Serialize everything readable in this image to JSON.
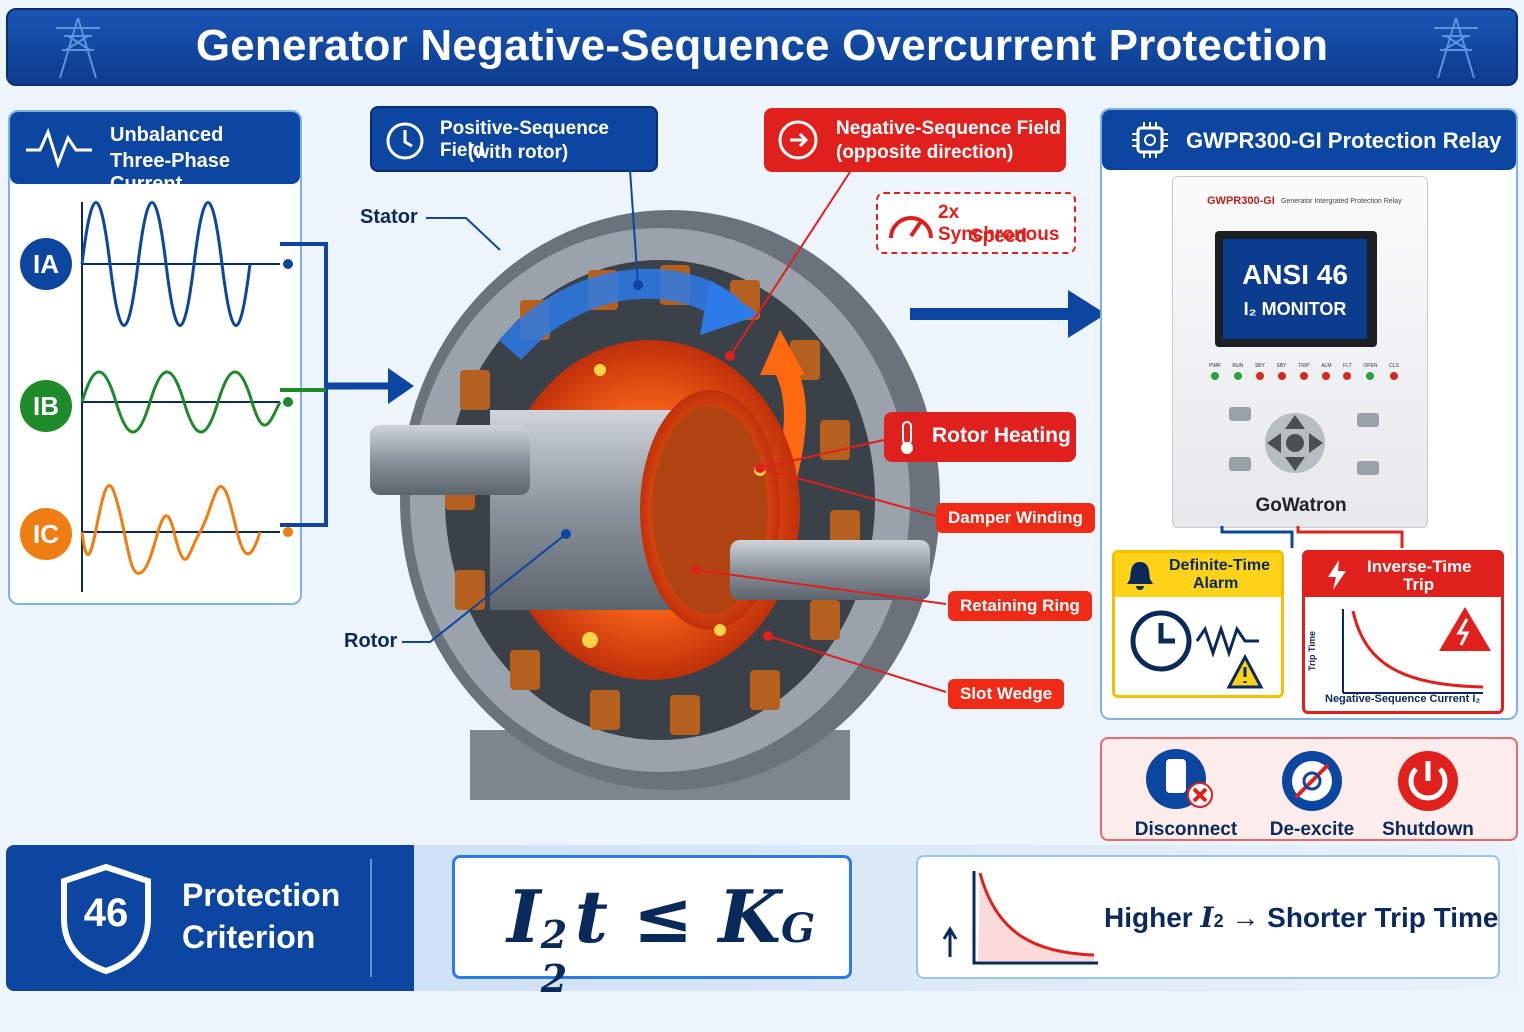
{
  "title": "Generator Negative-Sequence Overcurrent Protection",
  "current_panel": {
    "line1": "Unbalanced",
    "line2": "Three-Phase Current",
    "phases": [
      {
        "label": "IA",
        "color": "#0d46a0"
      },
      {
        "label": "IB",
        "color": "#1f8a2a"
      },
      {
        "label": "IC",
        "color": "#f07d12"
      }
    ]
  },
  "positive_field": {
    "line1": "Positive-Sequence Field",
    "line2": "(with rotor)"
  },
  "negative_field": {
    "line1": "Negative-Sequence Field",
    "line2": "(opposite direction)"
  },
  "sync_speed": {
    "line1": "2x Synchronous",
    "line2": "Speed"
  },
  "labels": {
    "stator": "Stator",
    "rotor": "Rotor",
    "rotor_heating": "Rotor Heating",
    "damper_winding": "Damper Winding",
    "retaining_ring": "Retaining Ring",
    "slot_wedge": "Slot Wedge"
  },
  "relay": {
    "header": "GWPR300-GI Protection Relay",
    "model": "GWPR300-GI",
    "subtitle": "Generator Intergrated Protection Relay",
    "screen_line1": "ANSI 46",
    "screen_line2": "I₂ MONITOR",
    "leds": [
      "PWR",
      "RUN",
      "SBY",
      "SBY",
      "TRIP",
      "ALM",
      "FLT",
      "OPEN",
      "CLS"
    ],
    "brand": "GoWatron"
  },
  "alarm": {
    "line1": "Definite-Time",
    "line2": "Alarm"
  },
  "trip": {
    "line1": "Inverse-Time",
    "line2": "Trip",
    "y_label": "Trip Time",
    "x_label": "Negative-Sequence Current I₂"
  },
  "actions": [
    {
      "label": "Disconnect"
    },
    {
      "label": "De-excite"
    },
    {
      "label": "Shutdown"
    }
  ],
  "criterion": {
    "badge": "46",
    "line1": "Protection",
    "line2": "Criterion",
    "formula_I": "I",
    "formula_sub": "2",
    "formula_sup": "2",
    "formula_rest": "t ≤ K",
    "formula_K_sub": "G"
  },
  "higher": {
    "text_pre": "Higher ",
    "text_I": "I",
    "text_sub": "2",
    "text_post": " → Shorter Trip Time"
  },
  "colors": {
    "blue": "#0d46a0",
    "red": "#e0201c",
    "orange": "#f07d12",
    "green": "#1f8a2a"
  }
}
